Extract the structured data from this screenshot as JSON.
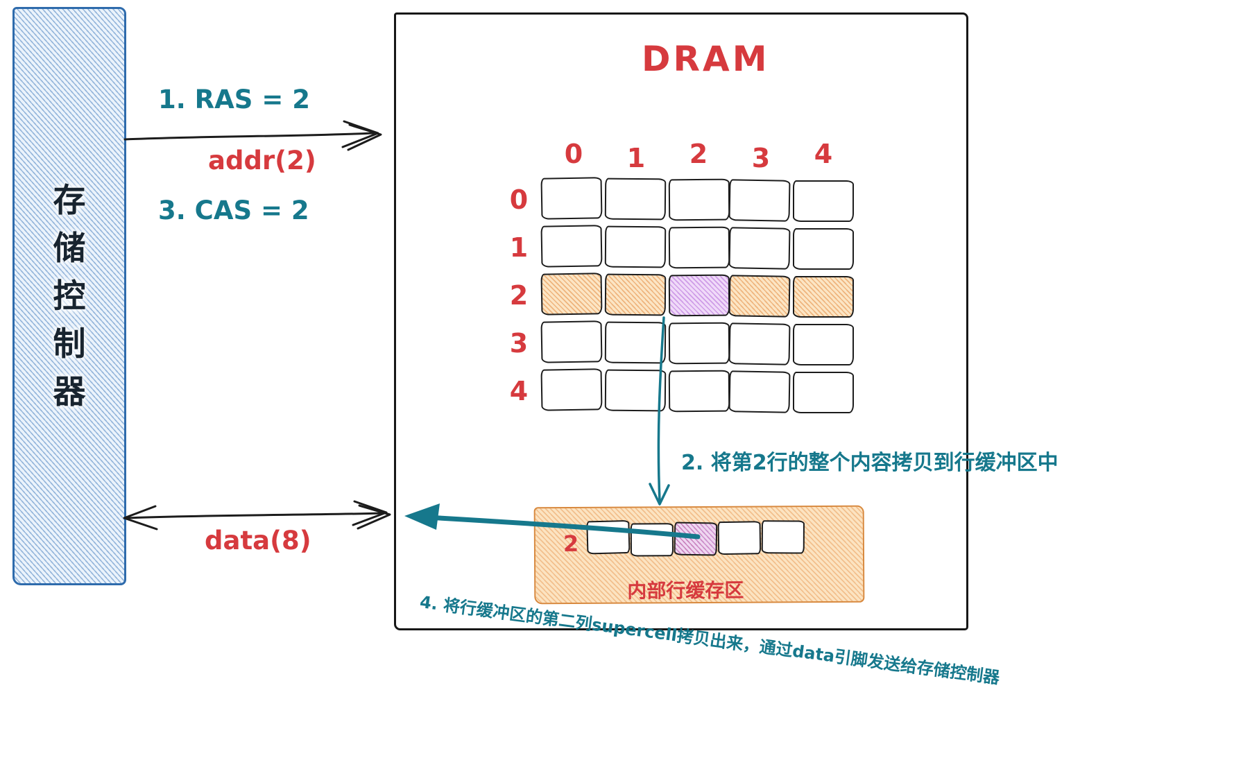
{
  "colors": {
    "teal": "#16788c",
    "red": "#d63a3e",
    "blue_border": "#2e6bac",
    "orange": "#e58b37",
    "purple": "#b05ed8",
    "ink": "#1c1c1c"
  },
  "controller": {
    "label": "存储控制器",
    "chars": [
      "存",
      "储",
      "控",
      "制",
      "器"
    ]
  },
  "signals": {
    "ras_label": "1. RAS = 2",
    "addr_label": "addr(2)",
    "cas_label": "3. CAS = 2",
    "data_label": "data(8)"
  },
  "dram": {
    "title": "DRAM",
    "col_labels": [
      "0",
      "1",
      "2",
      "3",
      "4"
    ],
    "row_labels": [
      "0",
      "1",
      "2",
      "3",
      "4"
    ],
    "highlighted_row": 2,
    "highlighted_cell": {
      "row": 2,
      "col": 2
    },
    "step2_label": "2. 将第2行的整个内容拷贝到行缓冲区中",
    "step4_label": "4. 将行缓冲区的第二列supercell拷贝出来，通过data引脚发送给存储控制器",
    "row_buffer": {
      "index_label": "2",
      "title": "内部行缓存区",
      "cell_count": 5,
      "highlighted_cell": 2
    }
  }
}
